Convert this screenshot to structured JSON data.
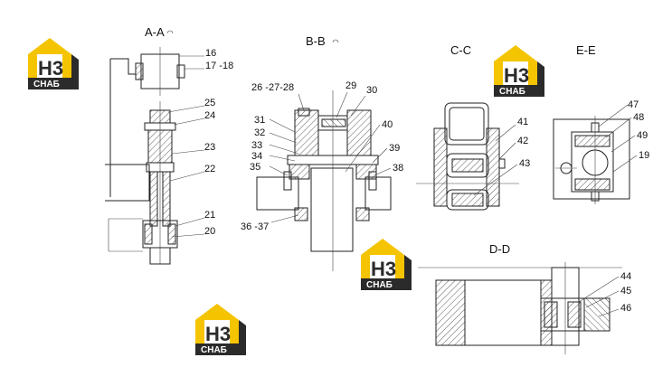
{
  "logo": {
    "mark": "H3",
    "brand": "CHAБ",
    "colors": {
      "yellow": "#f5c400",
      "dark": "#2b2b2b",
      "white": "#ffffff"
    }
  },
  "views": {
    "aa": {
      "title": "A-A",
      "callouts": [
        "16",
        "17 -18",
        "25",
        "24",
        "23",
        "22",
        "21",
        "20"
      ]
    },
    "bb": {
      "title": "B-B",
      "callouts": [
        "26 -27-28",
        "29",
        "30",
        "31",
        "32",
        "33",
        "34",
        "35",
        "40",
        "39",
        "38",
        "36 -37"
      ]
    },
    "cc": {
      "title": "C-C",
      "callouts": [
        "41",
        "42",
        "43"
      ]
    },
    "ee": {
      "title": "E-E",
      "callouts": [
        "47",
        "48",
        "49",
        "19"
      ]
    },
    "dd": {
      "title": "D-D",
      "callouts": [
        "44",
        "45",
        "46"
      ]
    }
  },
  "colors": {
    "line": "#222222",
    "background": "#ffffff"
  }
}
